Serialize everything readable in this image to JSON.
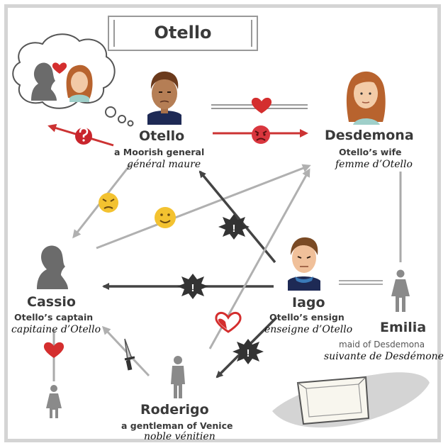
{
  "title": "Otello",
  "characters": {
    "otello": {
      "name": "Otello",
      "role": "a Moorish general",
      "role_fr": "général maure"
    },
    "desdemona": {
      "name": "Desdemona",
      "role": "Otello’s wife",
      "role_fr": "femme d’Otello"
    },
    "cassio": {
      "name": "Cassio",
      "role": "Otello’s captain",
      "role_fr": "capitaine d’Otello"
    },
    "iago": {
      "name": "Iago",
      "role": "Otello’s ensign",
      "role_fr": "enseigne d’Otello"
    },
    "emilia": {
      "name": "Emilia",
      "role": "maid of Desdemona",
      "role_fr": "suivante de Desdémone"
    },
    "roderigo": {
      "name": "Roderigo",
      "role": "a gentleman of Venice",
      "role_fr": "noble vénitien"
    }
  },
  "thought_bubble": {
    "dots": "Oo"
  },
  "colors": {
    "relation_red": "#cc3333",
    "arrow_dark": "#444444",
    "arrow_gray": "#aaaaaa",
    "emoji_yellow": "#f3c230",
    "heart_red": "#d42e2e",
    "frame_gray": "#d4d4d4"
  }
}
